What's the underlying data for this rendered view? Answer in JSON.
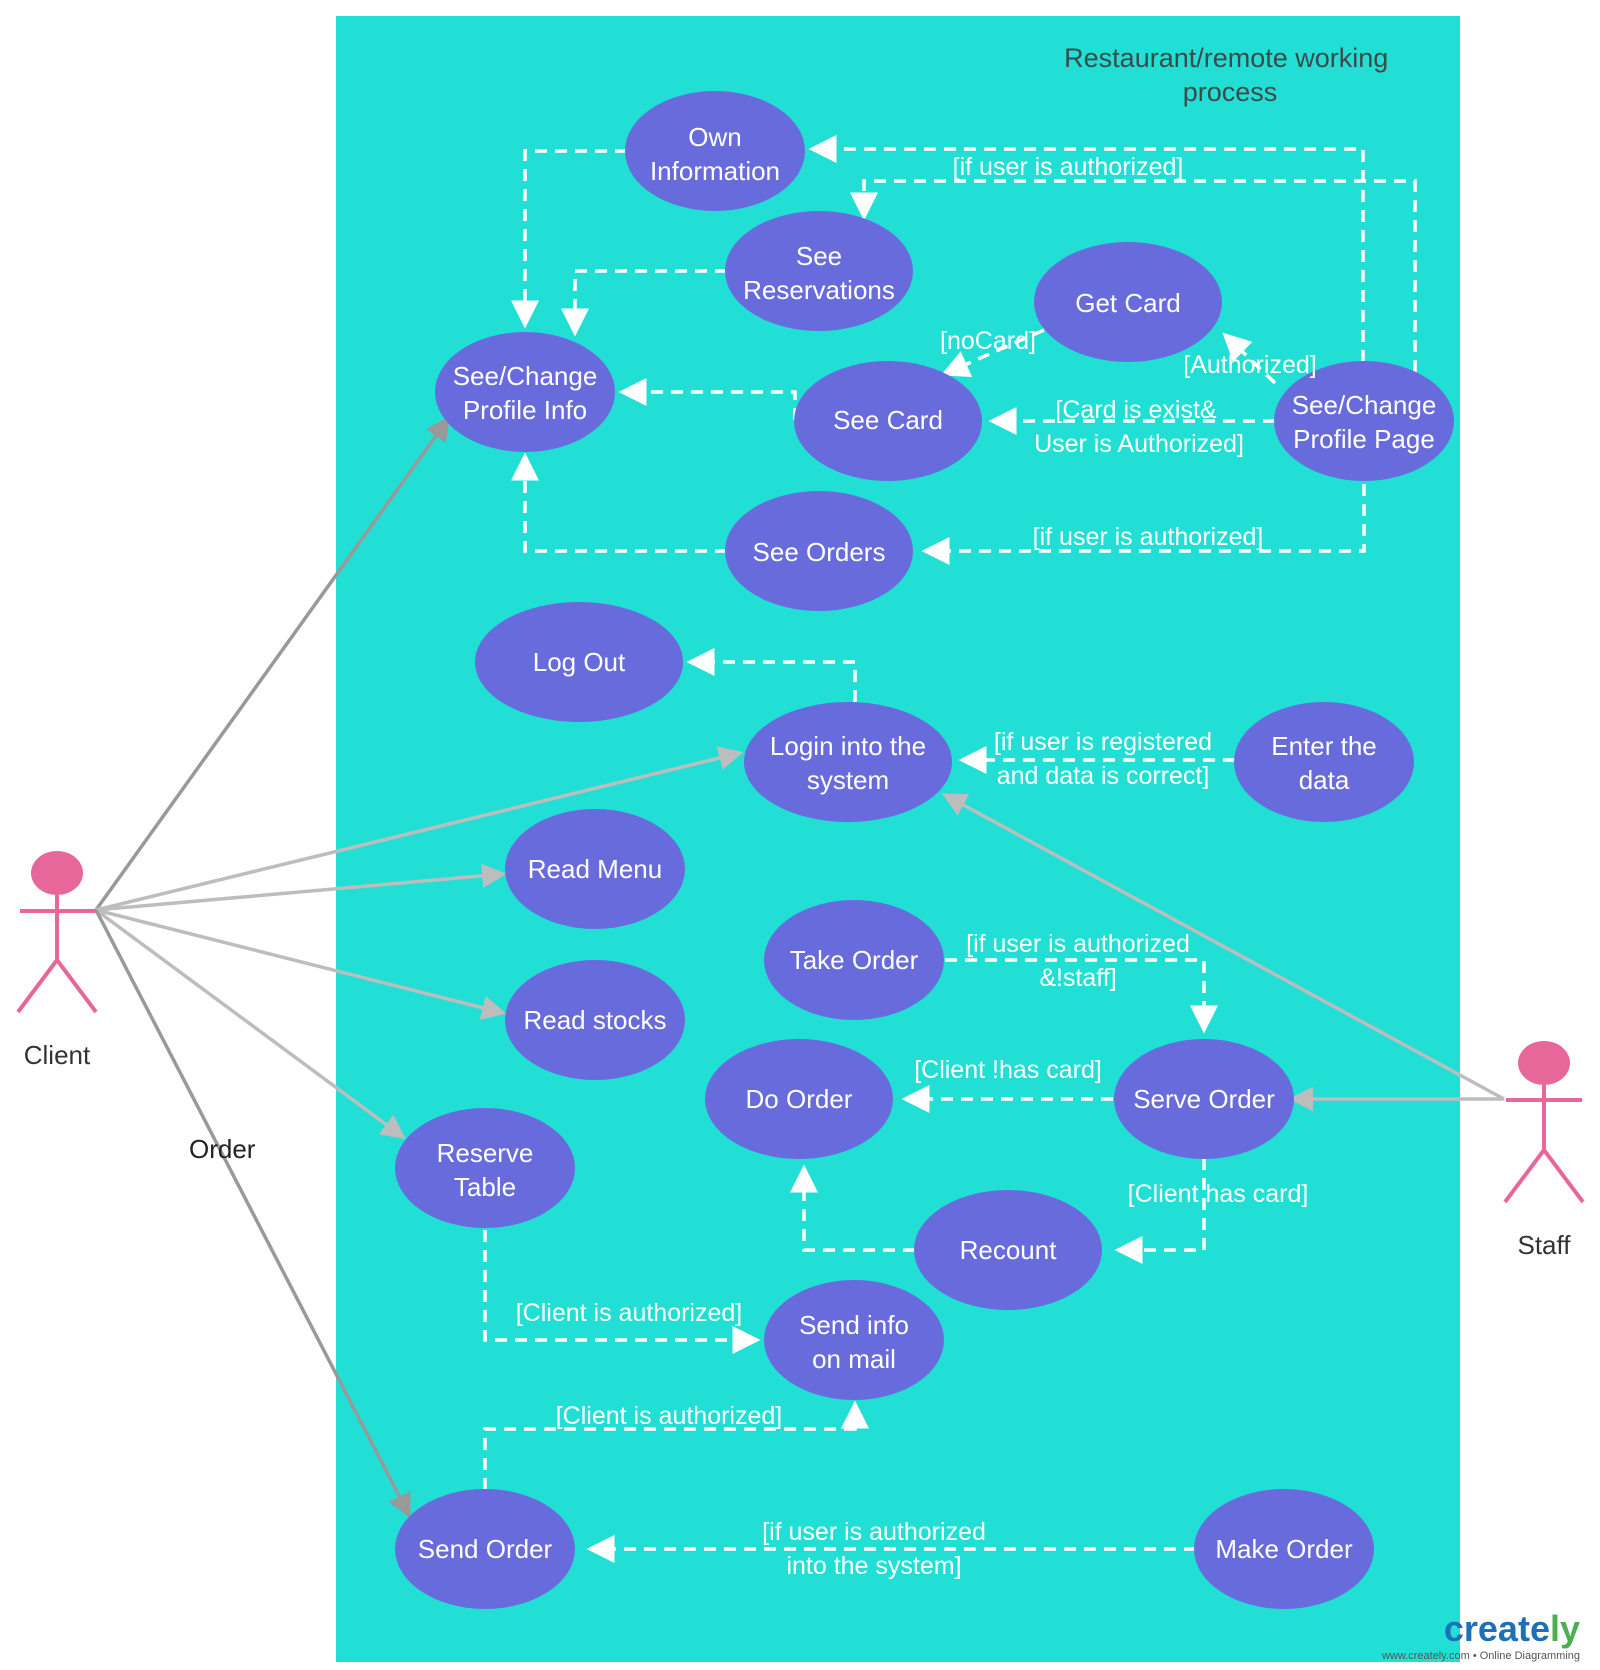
{
  "diagram": {
    "title_line1": "Restaurant/remote working",
    "title_line2": "process",
    "colors": {
      "background": "#22dfd6",
      "use_case": "#676bdb",
      "actor": "#e8679a",
      "dashed_connector": "#ffffff",
      "association": "#bdbdbd"
    },
    "actors": {
      "client": "Client",
      "staff": "Staff"
    },
    "association_label": "Order",
    "use_cases": {
      "own_information": [
        "Own",
        "Information"
      ],
      "see_reservations": [
        "See",
        "Reservations"
      ],
      "get_card": [
        "Get Card"
      ],
      "see_change_profile_info": [
        "See/Change",
        "Profile Info"
      ],
      "see_card": [
        "See Card"
      ],
      "see_change_profile_page": [
        "See/Change",
        "Profile Page"
      ],
      "see_orders": [
        "See Orders"
      ],
      "log_out": [
        "Log Out"
      ],
      "login": [
        "Login into the",
        "system"
      ],
      "enter_data": [
        "Enter the",
        "data"
      ],
      "read_menu": [
        "Read Menu"
      ],
      "read_stocks": [
        "Read stocks"
      ],
      "take_order": [
        "Take Order"
      ],
      "do_order": [
        "Do Order"
      ],
      "serve_order": [
        "Serve Order"
      ],
      "reserve_table": [
        "Reserve",
        "Table"
      ],
      "recount": [
        "Recount"
      ],
      "send_info_mail": [
        "Send info",
        "on mail"
      ],
      "send_order": [
        "Send Order"
      ],
      "make_order": [
        "Make Order"
      ]
    },
    "guards": {
      "authorized_top": "[if user is authorized]",
      "no_card": "[noCard]",
      "authorized": "[Authorized]",
      "card_exist_1": "[Card is exist&",
      "card_exist_2": "User is Authorized]",
      "authorized_orders": "[if user is authorized]",
      "registered_1": "[if user is registered",
      "registered_2": "and data is correct]",
      "take_order_1": "[if user is authorized",
      "take_order_2": "&!staff]",
      "client_no_card": "[Client !has card]",
      "client_has_card": "[Client  has card]",
      "client_authorized_1": "[Client is authorized]",
      "client_authorized_2": "[Client is authorized]",
      "make_order_1": "[if user is authorized",
      "make_order_2": "into the system]"
    },
    "branding": {
      "name_main": "create",
      "name_accent": "ly",
      "tagline": "www.creately.com • Online Diagramming"
    }
  }
}
